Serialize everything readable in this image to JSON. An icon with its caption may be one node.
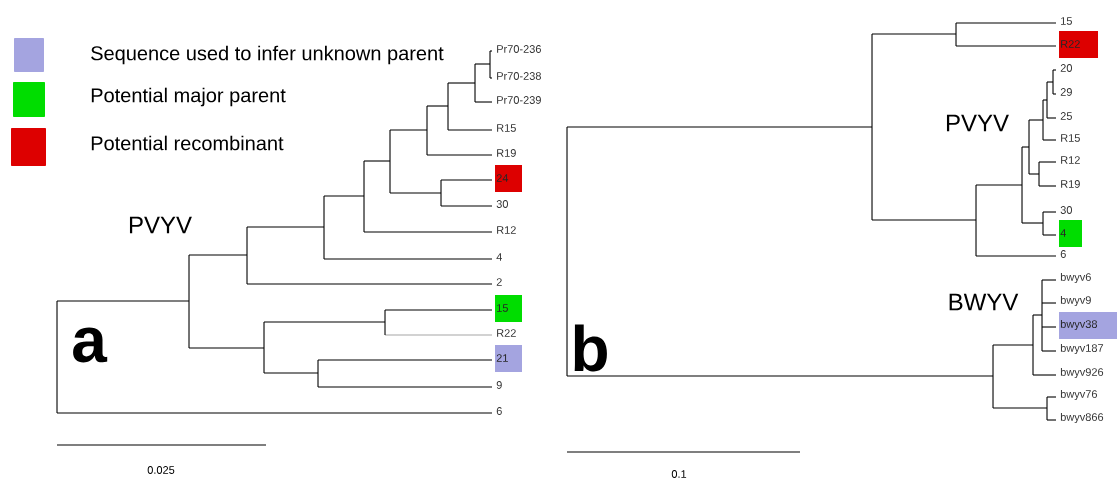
{
  "diagram": {
    "labels": [
      "Pr70-236",
      "Pr70-238",
      "Pr70-239",
      "R15",
      "R19",
      "24",
      "30",
      "R12",
      "4",
      "2",
      "15",
      "R22",
      "21",
      "9",
      "6",
      "PVYV",
      "a",
      "0.025",
      "15",
      "R22",
      "20",
      "29",
      "25",
      "R15",
      "R12",
      "R19",
      "30",
      "4",
      "6",
      "bwyv6",
      "bwyv9",
      "bwyv38",
      "bwyv187",
      "bwyv926",
      "bwyv76",
      "bwyv866",
      "PVYV",
      "BWYV",
      "b",
      "0.1"
    ],
    "legend": [
      {
        "text": "Sequence used to infer unknown parent",
        "color": "#a4a4e0"
      },
      {
        "text": "Potential major parent",
        "color": "#00dd00"
      },
      {
        "text": "Potential recombinant",
        "color": "#dd0000"
      }
    ]
  }
}
